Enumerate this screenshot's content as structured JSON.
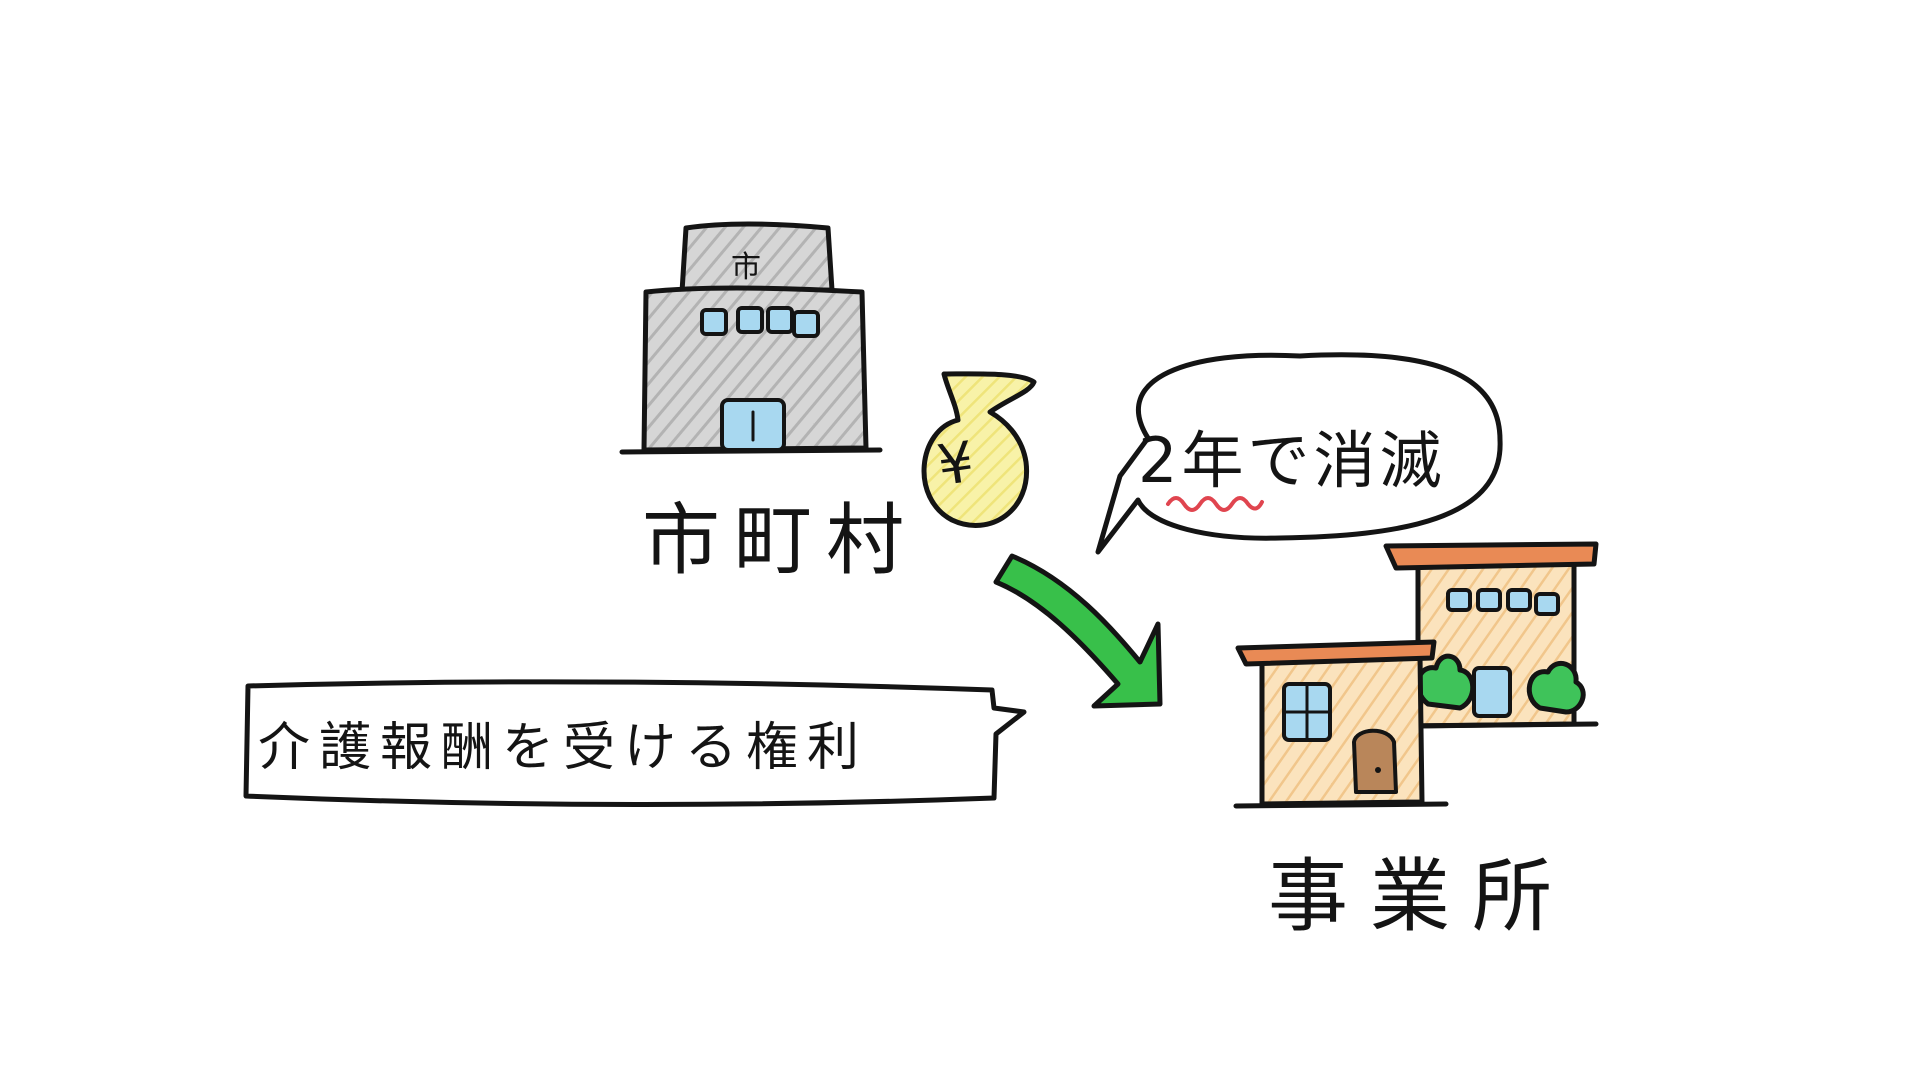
{
  "municipality": {
    "label": "市町村",
    "roof_sign": "市"
  },
  "money_bag": {
    "symbol": "¥"
  },
  "speech_bubble": {
    "text": "2年で消滅",
    "emphasis_color": "#e0454f"
  },
  "business_office": {
    "label": "事業所"
  },
  "right_label": {
    "text": "介護報酬を受ける権利"
  },
  "colors": {
    "building_gray": "#c9c9c9",
    "window_blue": "#a8d8f0",
    "bag_yellow": "#f3ec86",
    "arrow_green": "#38c04a",
    "office_wall": "#f7d9a8",
    "roof_orange": "#e98a55",
    "door_brown": "#b9865a",
    "ink": "#141414"
  }
}
